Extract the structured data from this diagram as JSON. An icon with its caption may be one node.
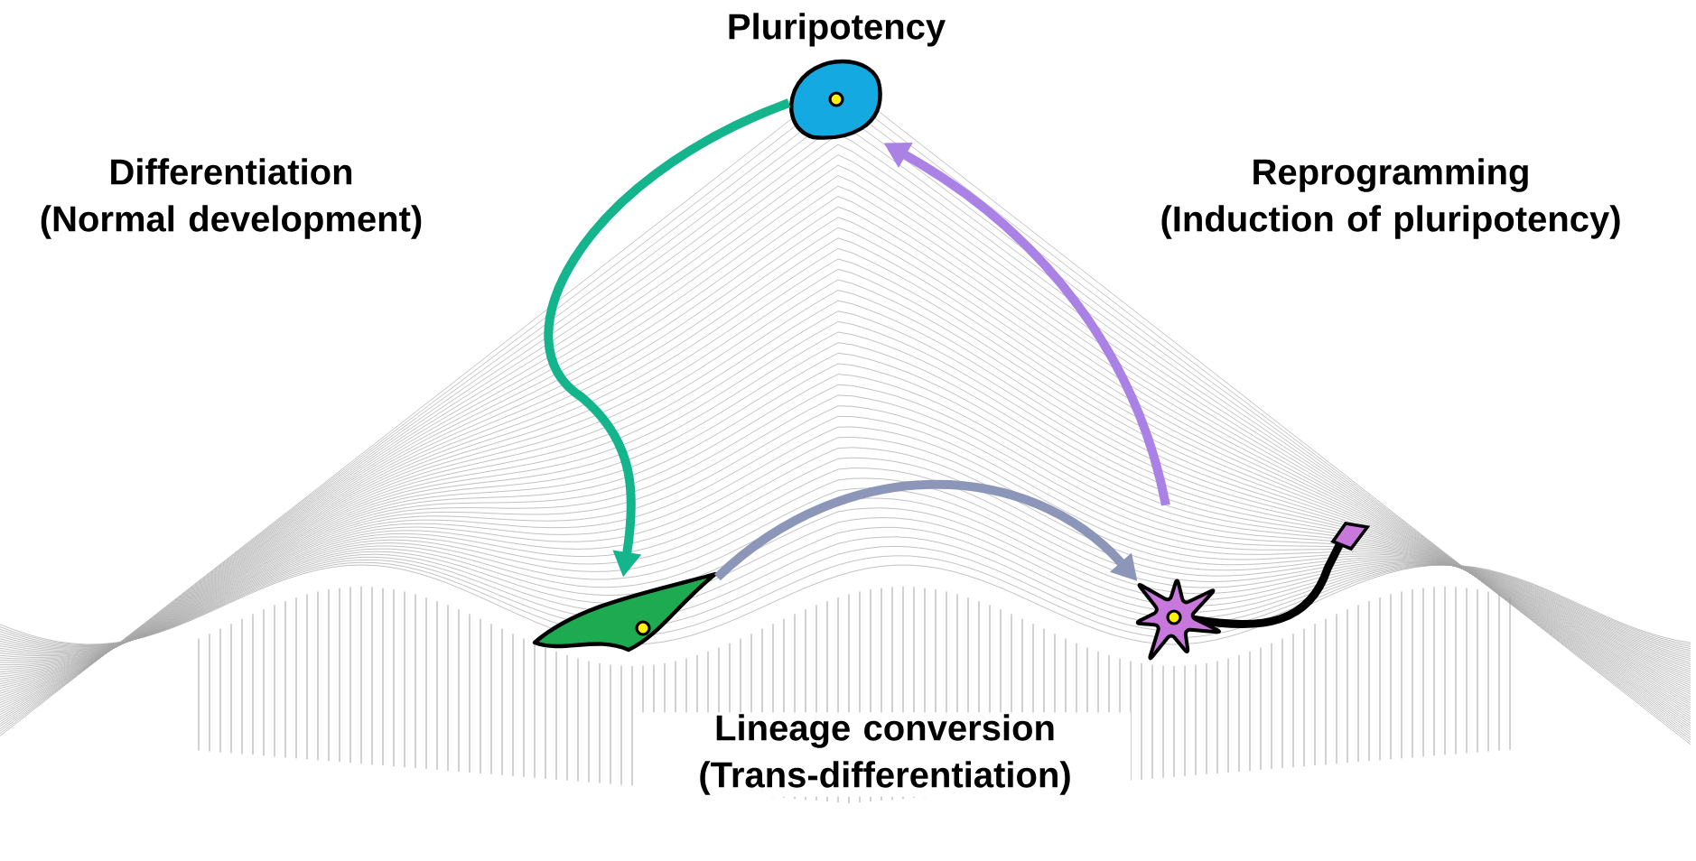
{
  "diagram": {
    "nodes": [
      {
        "text": [],
        "shape": "picture",
        "beside": [
          "Pluripotency"
        ]
      },
      {
        "text": [],
        "shape": "picture"
      },
      {
        "text": [],
        "shape": "picture"
      }
    ],
    "edges": [
      {
        "from": 0,
        "to": 1,
        "arrow": "to",
        "color": "#14b48c"
      },
      {
        "from": 1,
        "to": 2,
        "arrow": "to",
        "color": "#8c96b9"
      },
      {
        "from": 2,
        "to": 0,
        "arrow": "to",
        "color": "#aa82e6"
      }
    ],
    "labels": [
      "Differentiation (Normal development)",
      "Reprogramming (Induction of pluripotency)",
      "Lineage conversion (Trans-differentiation)"
    ]
  }
}
